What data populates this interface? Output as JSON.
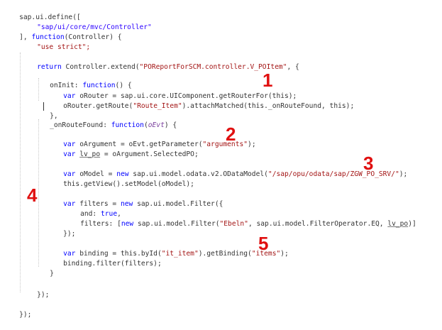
{
  "code": {
    "l1": "sap.ui.define([",
    "l2_str": "\"sap/ui/core/mvc/Controller\"",
    "l3_a": "], ",
    "l3_kw": "function",
    "l3_b": "(Controller) {",
    "l4_str": "\"use strict\";",
    "l6_kw": "return",
    "l6_a": " Controller.extend(",
    "l6_str": "\"POReportForSCM.controller.V_POItem\"",
    "l6_b": ", {",
    "l8_a": "onInit: ",
    "l8_kw": "function",
    "l8_b": "() {",
    "l9_kw": "var",
    "l9_a": " oRouter = sap.ui.core.UIComponent.getRouterFor(this);",
    "l10_a": "oRouter.getRoute(",
    "l10_str": "\"Route_Item\"",
    "l10_b": ").attachMatched(this._onRouteFound, this);",
    "l11": "},",
    "l12_a": "_onRouteFound: ",
    "l12_kw": "function",
    "l12_b": "(",
    "l12_param": "oEvt",
    "l12_c": ") {",
    "l14_kw": "var",
    "l14_a": " oArgument = oEvt.getParameter(",
    "l14_str": "\"arguments\"",
    "l14_b": ");",
    "l15_kw": "var",
    "l15_a": " ",
    "l15_u": "lv_po",
    "l15_b": " = oArgument.SelectedPO;",
    "l17_kw1": "var",
    "l17_a": " oModel = ",
    "l17_kw2": "new",
    "l17_b": " sap.ui.model.odata.v2.ODataModel(",
    "l17_str": "\"/sap/opu/odata/sap/ZGW_PO_SRV/\"",
    "l17_c": ");",
    "l18": "this.getView().setModel(oModel);",
    "l20_kw1": "var",
    "l20_a": " filters = ",
    "l20_kw2": "new",
    "l20_b": " sap.ui.model.Filter({",
    "l21_a": "and: ",
    "l21_kw": "true",
    "l21_b": ",",
    "l22_a": "filters: [",
    "l22_kw": "new",
    "l22_b": " sap.ui.model.Filter(",
    "l22_str": "\"Ebeln\"",
    "l22_c": ", sap.ui.model.FilterOperator.EQ, ",
    "l22_u": "lv_po",
    "l22_d": ")]",
    "l23": "});",
    "l25_kw": "var",
    "l25_a": " binding = this.byId(",
    "l25_str1": "\"it_item\"",
    "l25_b": ").getBinding(",
    "l25_str2": "\"items\"",
    "l25_c": ");",
    "l26": "binding.filter(filters);",
    "l27": "}",
    "l29": "});",
    "l31": "});"
  },
  "annotations": [
    "1",
    "2",
    "3",
    "4",
    "5"
  ],
  "colors": {
    "keyword": "#0000ff",
    "string": "#a31515",
    "string_alt": "#2a00ff",
    "annotation": "#e01010"
  }
}
